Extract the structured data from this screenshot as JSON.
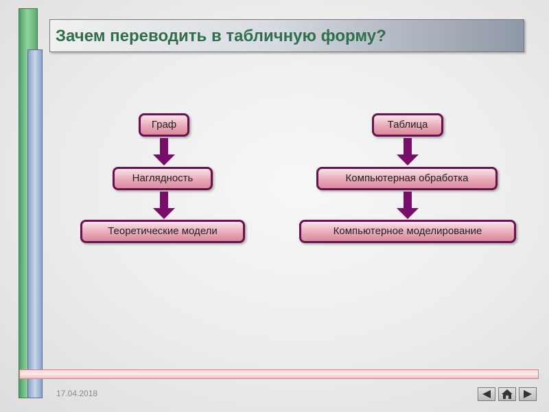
{
  "title": "Зачем переводить в табличную форму?",
  "left_column": {
    "top": "Граф",
    "middle": "Наглядность",
    "bottom": "Теоретические модели"
  },
  "right_column": {
    "top": "Таблица",
    "middle": "Компьютерная обработка",
    "bottom": "Компьютерное моделирование"
  },
  "footer": {
    "date": "17.04.2018"
  },
  "nav": {
    "prev_icon": "triangle-left-icon",
    "home_icon": "home-icon",
    "next_icon": "triangle-right-icon"
  },
  "colors": {
    "title_text": "#2f6f4a",
    "box_border": "#6b0f4e",
    "box_fill": "#e8aab8",
    "arrow": "#7a0c6a"
  }
}
